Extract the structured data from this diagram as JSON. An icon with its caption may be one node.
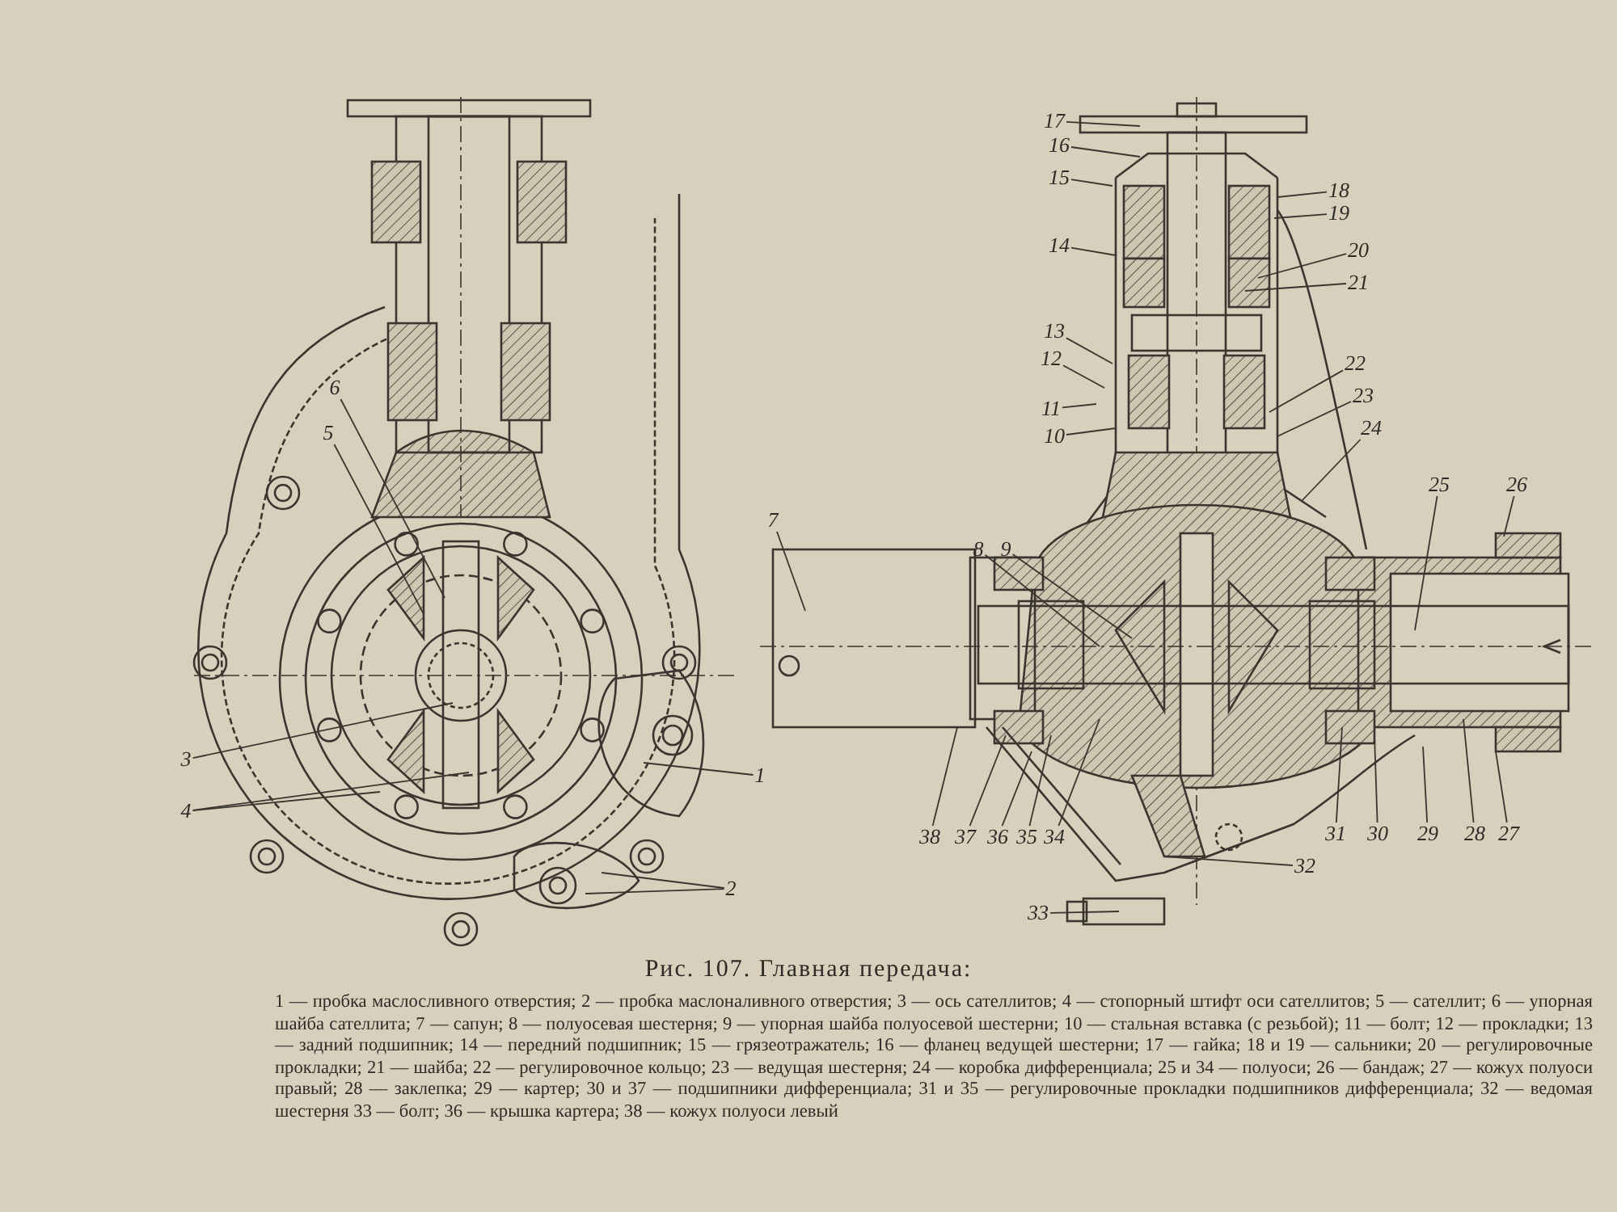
{
  "diagram": {
    "title": "Рис. 107. Главная передача:",
    "caption": "1 — пробка маслосливного отверстия; 2 — пробка маслоналивного отверстия; 3 — ось сателлитов; 4 — стопорный штифт оси сателлитов; 5 — сателлит; 6 — упорная шайба сателлита; 7 — сапун; 8 — полуосевая шестерня; 9 — упорная шайба полуосевой шестерни; 10 — стальная вставка (с резьбой); 11 — болт; 12 — прокладки; 13 — задний подшипник; 14 — передний подшипник; 15 — грязеотражатель; 16 — фланец ведущей шестерни; 17 — гайка; 18 и 19 — сальники; 20 — регулировочные прокладки; 21 — шайба; 22 — регулировочное кольцо; 23 — ведущая шестерня; 24 — коробка дифференциала; 25 и 34 — полуоси; 26 — бандаж; 27 — кожух полуоси правый; 28 — заклепка; 29 — картер; 30 и 37 — подшипники дифференциала; 31 и 35 — регулировочные прокладки подшипников дифференциала; 32 — ведомая шестерня 33 — болт; 36 — крышка картера; 38 — кожух полуоси левый",
    "nodes": [
      {
        "text": [
          "1"
        ]
      },
      {
        "text": [
          "2"
        ]
      },
      {
        "text": [
          "3"
        ]
      },
      {
        "text": [
          "4"
        ]
      },
      {
        "text": [
          "5"
        ]
      },
      {
        "text": [
          "6"
        ]
      },
      {
        "text": [
          "7"
        ]
      },
      {
        "text": [
          "8"
        ]
      },
      {
        "text": [
          "9"
        ]
      },
      {
        "text": [
          "10"
        ]
      },
      {
        "text": [
          "11"
        ]
      },
      {
        "text": [
          "12"
        ]
      },
      {
        "text": [
          "13"
        ]
      },
      {
        "text": [
          "14"
        ]
      },
      {
        "text": [
          "15"
        ]
      },
      {
        "text": [
          "16"
        ]
      },
      {
        "text": [
          "17"
        ]
      },
      {
        "text": [
          "18"
        ]
      },
      {
        "text": [
          "19"
        ]
      },
      {
        "text": [
          "20"
        ]
      },
      {
        "text": [
          "21"
        ]
      },
      {
        "text": [
          "22"
        ]
      },
      {
        "text": [
          "23"
        ]
      },
      {
        "text": [
          "24"
        ]
      },
      {
        "text": [
          "25"
        ]
      },
      {
        "text": [
          "26"
        ]
      },
      {
        "text": [
          "27"
        ]
      },
      {
        "text": [
          "28"
        ]
      },
      {
        "text": [
          "29"
        ]
      },
      {
        "text": [
          "30"
        ]
      },
      {
        "text": [
          "31"
        ]
      },
      {
        "text": [
          "32"
        ]
      },
      {
        "text": [
          "33"
        ]
      },
      {
        "text": [
          "34"
        ]
      },
      {
        "text": [
          "35"
        ]
      },
      {
        "text": [
          "36"
        ]
      },
      {
        "text": [
          "37"
        ]
      },
      {
        "text": [
          "38"
        ]
      }
    ],
    "edges": [
      {
        "from": 0,
        "to": null,
        "arrow": "none"
      },
      {
        "from": 1,
        "to": null,
        "arrow": "none"
      },
      {
        "from": 1,
        "to": null,
        "arrow": "none"
      },
      {
        "from": 2,
        "to": null,
        "arrow": "none"
      },
      {
        "from": 3,
        "to": null,
        "arrow": "none"
      },
      {
        "from": 3,
        "to": null,
        "arrow": "none"
      },
      {
        "from": 4,
        "to": null,
        "arrow": "none"
      },
      {
        "from": 5,
        "to": null,
        "arrow": "none"
      },
      {
        "from": 6,
        "to": null,
        "arrow": "none"
      },
      {
        "from": 7,
        "to": null,
        "arrow": "none"
      },
      {
        "from": 8,
        "to": null,
        "arrow": "none"
      },
      {
        "from": 9,
        "to": null,
        "arrow": "none"
      },
      {
        "from": 10,
        "to": null,
        "arrow": "none"
      },
      {
        "from": 11,
        "to": null,
        "arrow": "none"
      },
      {
        "from": 12,
        "to": null,
        "arrow": "none"
      },
      {
        "from": 13,
        "to": null,
        "arrow": "none"
      },
      {
        "from": 14,
        "to": null,
        "arrow": "none"
      },
      {
        "from": 15,
        "to": null,
        "arrow": "none"
      },
      {
        "from": 16,
        "to": null,
        "arrow": "none"
      },
      {
        "from": 17,
        "to": null,
        "arrow": "none"
      },
      {
        "from": 18,
        "to": null,
        "arrow": "none"
      },
      {
        "from": 19,
        "to": null,
        "arrow": "none"
      },
      {
        "from": 20,
        "to": null,
        "arrow": "none"
      },
      {
        "from": 21,
        "to": null,
        "arrow": "none"
      },
      {
        "from": 22,
        "to": null,
        "arrow": "none"
      },
      {
        "from": 23,
        "to": null,
        "arrow": "none"
      },
      {
        "from": 24,
        "to": null,
        "arrow": "none"
      },
      {
        "from": 25,
        "to": null,
        "arrow": "none"
      },
      {
        "from": 26,
        "to": null,
        "arrow": "none"
      },
      {
        "from": 27,
        "to": null,
        "arrow": "none"
      },
      {
        "from": 28,
        "to": null,
        "arrow": "none"
      },
      {
        "from": 29,
        "to": null,
        "arrow": "none"
      },
      {
        "from": 30,
        "to": null,
        "arrow": "none"
      },
      {
        "from": 31,
        "to": null,
        "arrow": "none"
      },
      {
        "from": 32,
        "to": null,
        "arrow": "none"
      },
      {
        "from": 33,
        "to": null,
        "arrow": "none"
      },
      {
        "from": 34,
        "to": null,
        "arrow": "none"
      },
      {
        "from": 35,
        "to": null,
        "arrow": "none"
      },
      {
        "from": 36,
        "to": null,
        "arrow": "none"
      },
      {
        "from": 37,
        "to": null,
        "arrow": "none"
      }
    ]
  }
}
